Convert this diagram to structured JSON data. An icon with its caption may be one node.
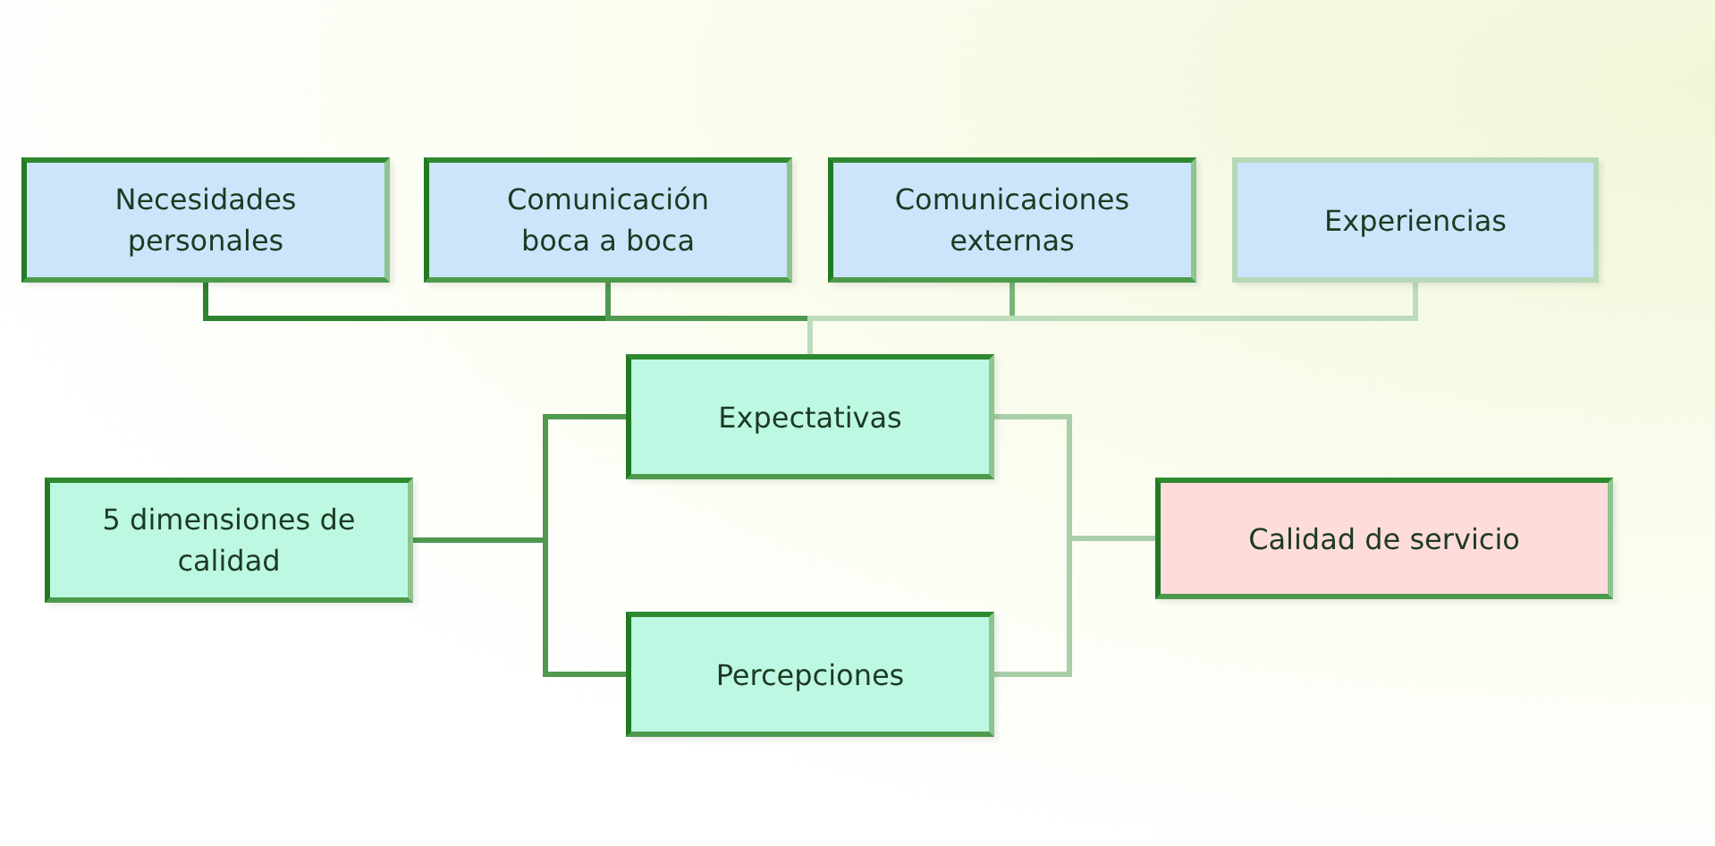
{
  "diagram": {
    "nodes": [
      {
        "text": [
          "Necesidades personales"
        ]
      },
      {
        "text": [
          "Comunicación boca a boca"
        ]
      },
      {
        "text": [
          "Comunicaciones externas"
        ]
      },
      {
        "text": [
          "Experiencias"
        ]
      },
      {
        "text": [
          "Expectativas"
        ]
      },
      {
        "text": [
          "5 dimensiones de calidad"
        ]
      },
      {
        "text": [
          "Calidad de servicio"
        ]
      },
      {
        "text": [
          "Percepciones"
        ]
      }
    ],
    "edges": [
      {
        "from": 0,
        "to": 4,
        "arrow": "none",
        "color": "#2f822f"
      },
      {
        "from": 1,
        "to": 4,
        "arrow": "none"
      },
      {
        "from": 2,
        "to": 4,
        "arrow": "none",
        "color": "#7ab57a"
      },
      {
        "from": 3,
        "to": 4,
        "arrow": "none",
        "color": "#bcdcbc"
      },
      {
        "from": 5,
        "to": 4,
        "arrow": "none"
      },
      {
        "from": 5,
        "to": 7,
        "arrow": "none"
      },
      {
        "from": 4,
        "to": 6,
        "arrow": "none",
        "color": "#a8cfa8"
      },
      {
        "from": 7,
        "to": 6,
        "arrow": "none",
        "color": "#a8cfa8"
      }
    ]
  }
}
